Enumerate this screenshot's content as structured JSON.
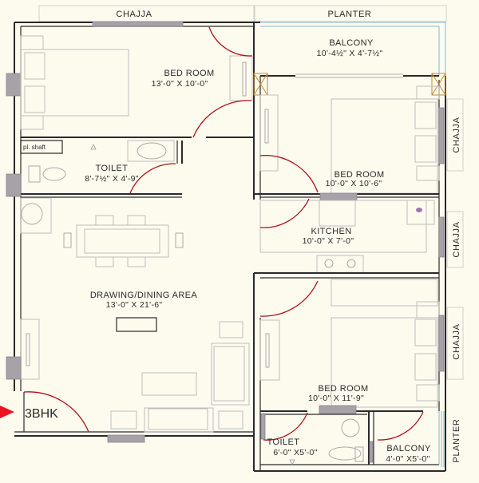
{
  "plan": {
    "unit_type": "3BHK",
    "colors": {
      "background": "#fdfbee",
      "wall": "#2a2a2a",
      "door_swing": "#b0121b",
      "window": "#a7a1a8",
      "planter_glass": "#7fb9e0",
      "column": "#c28a2c",
      "entry_arrow": "#e8141e"
    },
    "exterior_labels": {
      "chajja_top": "CHAJJA",
      "planter_top": "PLANTER",
      "chajja_right_1": "CHAJJA",
      "chajja_right_2": "CHAJJA",
      "chajja_right_3": "CHAJJA",
      "planter_right": "PLANTER"
    },
    "rooms": {
      "bedroom_1": {
        "name": "BED ROOM",
        "size": "13'-0\" X 10'-0\""
      },
      "toilet_1": {
        "name": "TOILET",
        "size": "8'-7½\" X 4'-9\""
      },
      "pl_shaft": {
        "name": "pl. shaft"
      },
      "balcony_1": {
        "name": "BALCONY",
        "size": "10'-4½\" X 4'-7½\""
      },
      "bedroom_2": {
        "name": "BED ROOM",
        "size": "10'-0\" X 10'-6\""
      },
      "kitchen": {
        "name": "KITCHEN",
        "size": "10'-0\" X 7'-0\""
      },
      "drawing_dining": {
        "name": "DRAWING/DINING AREA",
        "size": "13'-0\" X 21'-6\""
      },
      "bedroom_3": {
        "name": "BED ROOM",
        "size": "10'-0\" X 11'-9\""
      },
      "toilet_2": {
        "name": "TOILET",
        "size": "6'-0\" X5'-0\""
      },
      "balcony_2": {
        "name": "BALCONY",
        "size": "4'-0\" X5'-0\""
      }
    },
    "icons": {
      "entry_arrow": "red-triangle-right",
      "door_swing": "quarter-arc",
      "window": "filled-rect",
      "column": "cross-box"
    }
  }
}
